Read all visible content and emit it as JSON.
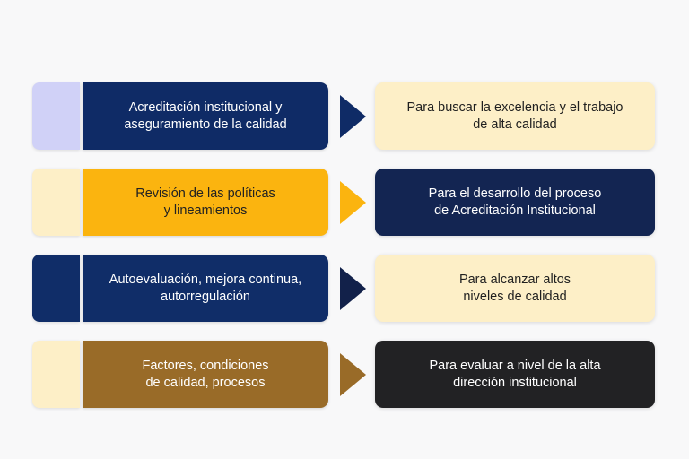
{
  "rows": [
    {
      "source": "Acreditación institucional y\naseguramiento de la calidad",
      "target": "Para buscar la excelencia y el trabajo\nde alta calidad",
      "colors": {
        "stub": "#d0d1f7",
        "main": "#0f2b66",
        "main_text": "#ffffff",
        "arrow": "#0f2b66",
        "target": "#fdefc7",
        "target_text": "#1f1f1f"
      }
    },
    {
      "source": "Revisión de las políticas\ny lineamientos",
      "target": "Para el desarrollo del proceso\nde Acreditación Institucional",
      "colors": {
        "stub": "#fdefc7",
        "main": "#fbb40f",
        "main_text": "#222222",
        "arrow": "#fbb40f",
        "target": "#132552",
        "target_text": "#ffffff"
      }
    },
    {
      "source": "Autoevaluación, mejora continua,\nautorregulación",
      "target": "Para alcanzar altos\nniveles de calidad",
      "colors": {
        "stub": "#102d68",
        "main": "#102d68",
        "main_text": "#ffffff",
        "arrow": "#12214a",
        "target": "#fdefc7",
        "target_text": "#1f1f1f"
      }
    },
    {
      "source": "Factores, condiciones\nde calidad, procesos",
      "target": "Para evaluar a nivel de la alta\ndirección institucional",
      "colors": {
        "stub": "#fdefc7",
        "main": "#996b28",
        "main_text": "#ffffff",
        "arrow": "#996b28",
        "target": "#222224",
        "target_text": "#ffffff"
      }
    }
  ]
}
